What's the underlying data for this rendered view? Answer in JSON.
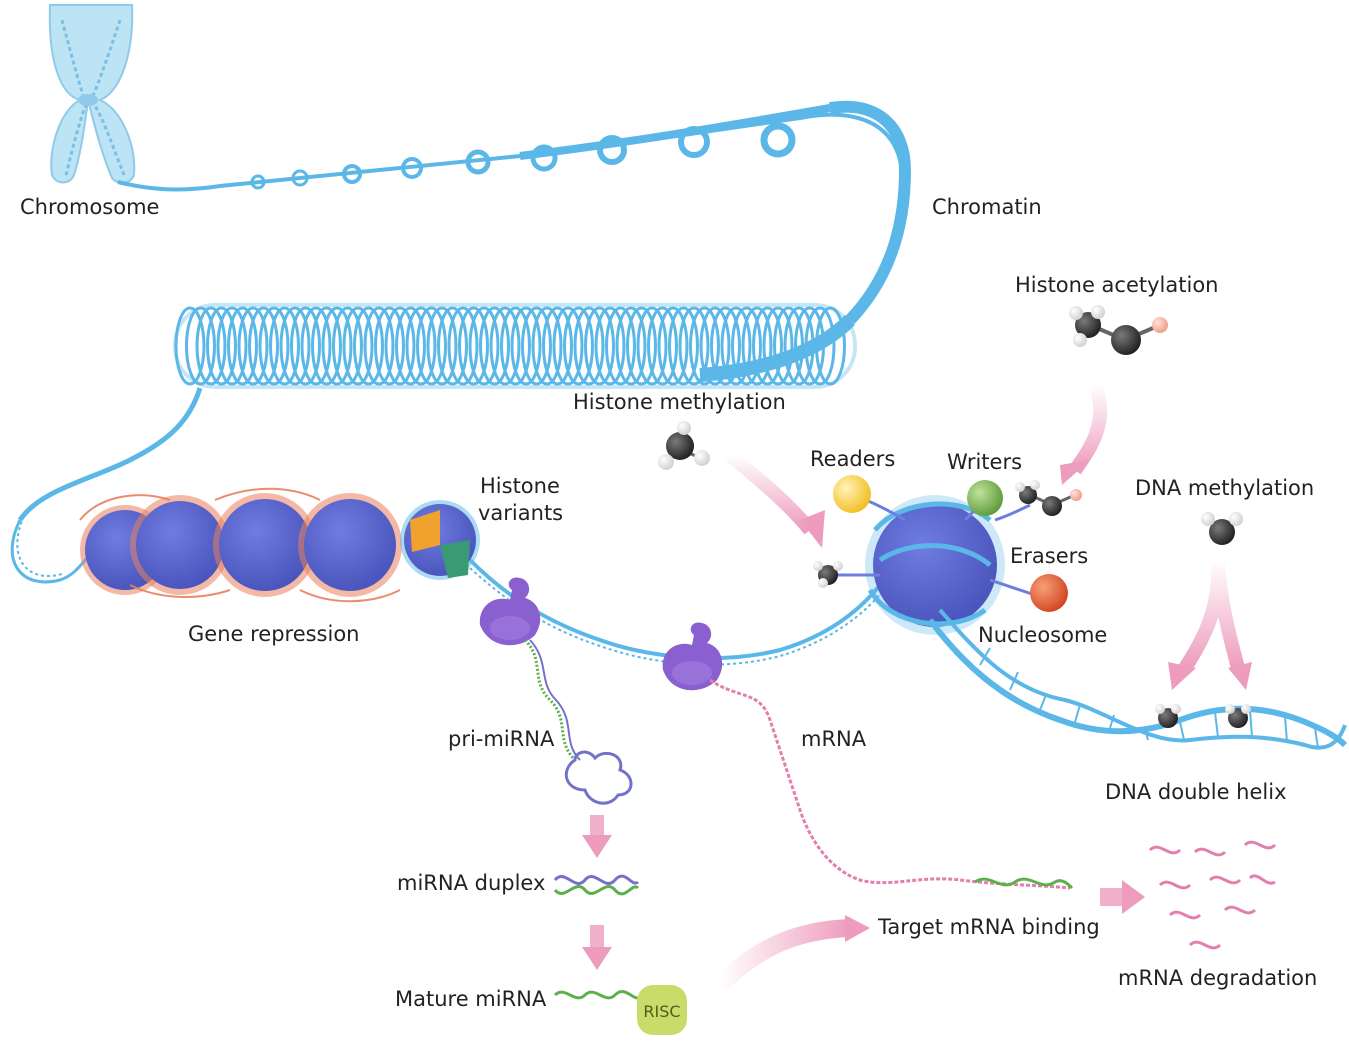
{
  "labels": {
    "chromosome": "Chromosome",
    "chromatin": "Chromatin",
    "histone_acetylation": "Histone acetylation",
    "histone_methylation": "Histone methylation",
    "histone_variants_line1": "Histone",
    "histone_variants_line2": "variants",
    "readers": "Readers",
    "writers": "Writers",
    "erasers": "Erasers",
    "dna_methylation": "DNA methylation",
    "gene_repression": "Gene repression",
    "nucleosome": "Nucleosome",
    "pri_mirna": "pri-miRNA",
    "mrna": "mRNA",
    "dna_double_helix": "DNA double helix",
    "mirna_duplex": "miRNA duplex",
    "target_mrna_binding": "Target mRNA binding",
    "mrna_degradation": "mRNA degradation",
    "mature_mirna": "Mature miRNA",
    "risc": "RISC"
  },
  "colors": {
    "dna_blue": "#5bb7e8",
    "chromosome_blue": "#9fd6ef",
    "histone_purple": "#5561c9",
    "histone_red_dna": "#e9805c",
    "variant_orange": "#f0a12e",
    "variant_green": "#3a9a73",
    "polymerase_purple": "#8a5fd0",
    "mrna_pink": "#e27fae",
    "mirna_green": "#5bb04a",
    "mirna_violet": "#7471c9",
    "arrow_pink": "#ee9cbd",
    "reader_yellow": "#f5c93a",
    "writer_green": "#6aa948",
    "eraser_red": "#e0512e",
    "risc_yellow": "#c9dc6a",
    "methyl_dark": "#2f2f2f"
  },
  "icons": [
    "chromosome-icon",
    "nucleosome-icon",
    "methyl-group-icon",
    "acetyl-group-icon",
    "rna-polymerase-icon",
    "risc-complex-icon"
  ]
}
